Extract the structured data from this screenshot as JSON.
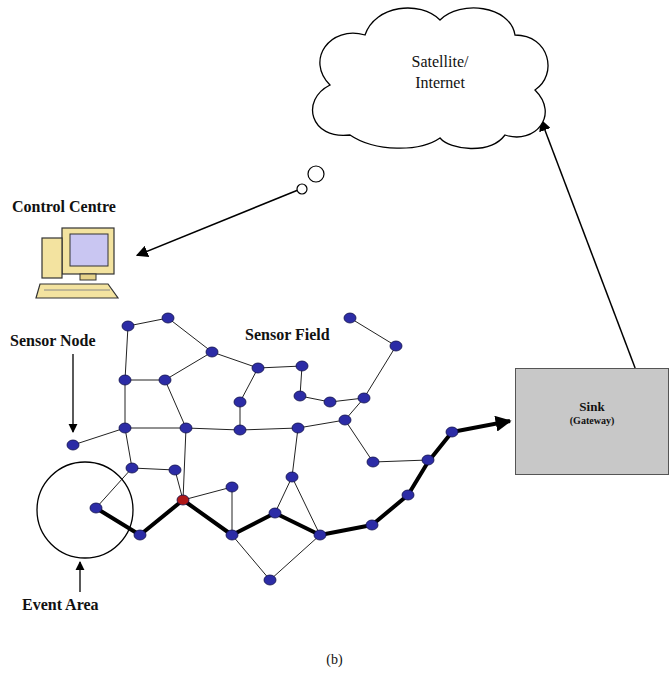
{
  "diagram": {
    "caption": "(b)",
    "nodes": [
      {
        "text": [
          "Satellite/ Internet"
        ]
      },
      {
        "text": [
          "Control Centre"
        ]
      },
      {
        "text": [
          "Sink",
          "(Gateway)"
        ]
      }
    ],
    "edges": [
      {
        "from": 2,
        "to": 0,
        "arrow": "to"
      },
      {
        "from": 0,
        "to": 1,
        "arrow": "to"
      }
    ],
    "labels": [
      "Sensor Node",
      "Sensor Field",
      "Event Area"
    ]
  }
}
